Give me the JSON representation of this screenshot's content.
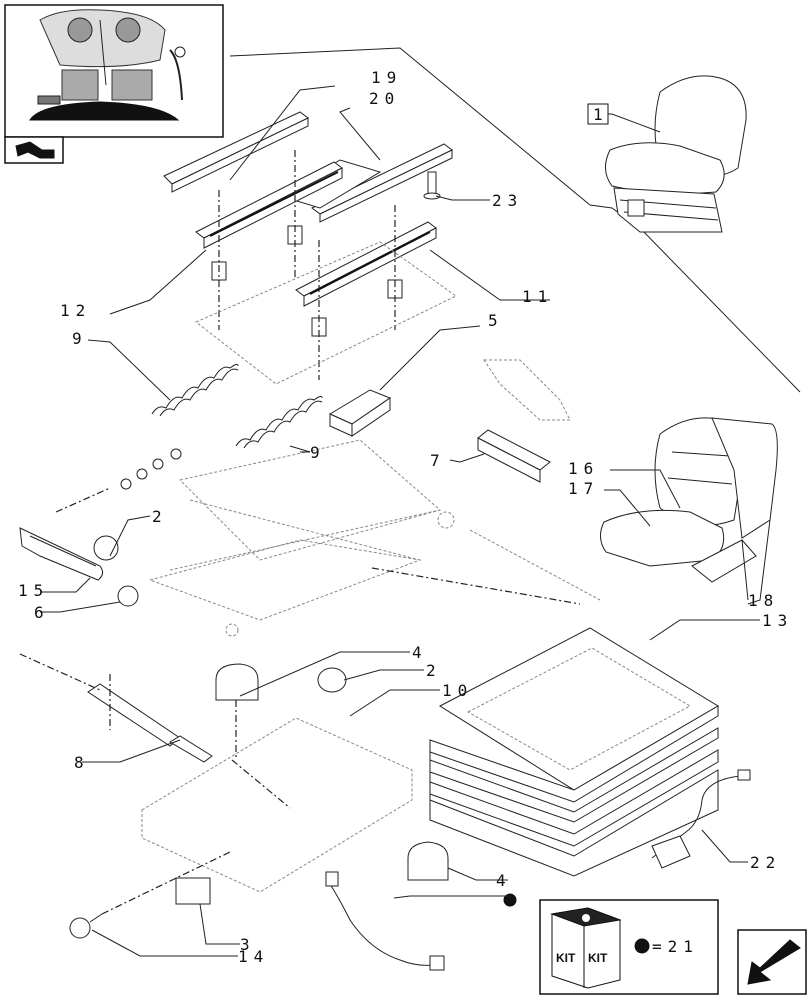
{
  "callouts": [
    {
      "id": "c19",
      "text": "19"
    },
    {
      "id": "c20",
      "text": "20"
    },
    {
      "id": "c1",
      "text": "1"
    },
    {
      "id": "c23",
      "text": "23"
    },
    {
      "id": "c12",
      "text": "12"
    },
    {
      "id": "c11",
      "text": "11"
    },
    {
      "id": "c5",
      "text": "5"
    },
    {
      "id": "c9a",
      "text": "9"
    },
    {
      "id": "c9b",
      "text": "9"
    },
    {
      "id": "c7",
      "text": "7"
    },
    {
      "id": "c16",
      "text": "16"
    },
    {
      "id": "c17",
      "text": "17"
    },
    {
      "id": "c2a",
      "text": "2"
    },
    {
      "id": "c15",
      "text": "15"
    },
    {
      "id": "c6",
      "text": "6"
    },
    {
      "id": "c18",
      "text": "18"
    },
    {
      "id": "c13",
      "text": "13"
    },
    {
      "id": "c4a",
      "text": "4"
    },
    {
      "id": "c2b",
      "text": "2"
    },
    {
      "id": "c10",
      "text": "10"
    },
    {
      "id": "c8",
      "text": "8"
    },
    {
      "id": "c22",
      "text": "22"
    },
    {
      "id": "c4b",
      "text": "4"
    },
    {
      "id": "c3",
      "text": "3"
    },
    {
      "id": "c14",
      "text": "14"
    }
  ],
  "kit_legend": {
    "kit_text": "KIT",
    "equals_text": "=21"
  }
}
